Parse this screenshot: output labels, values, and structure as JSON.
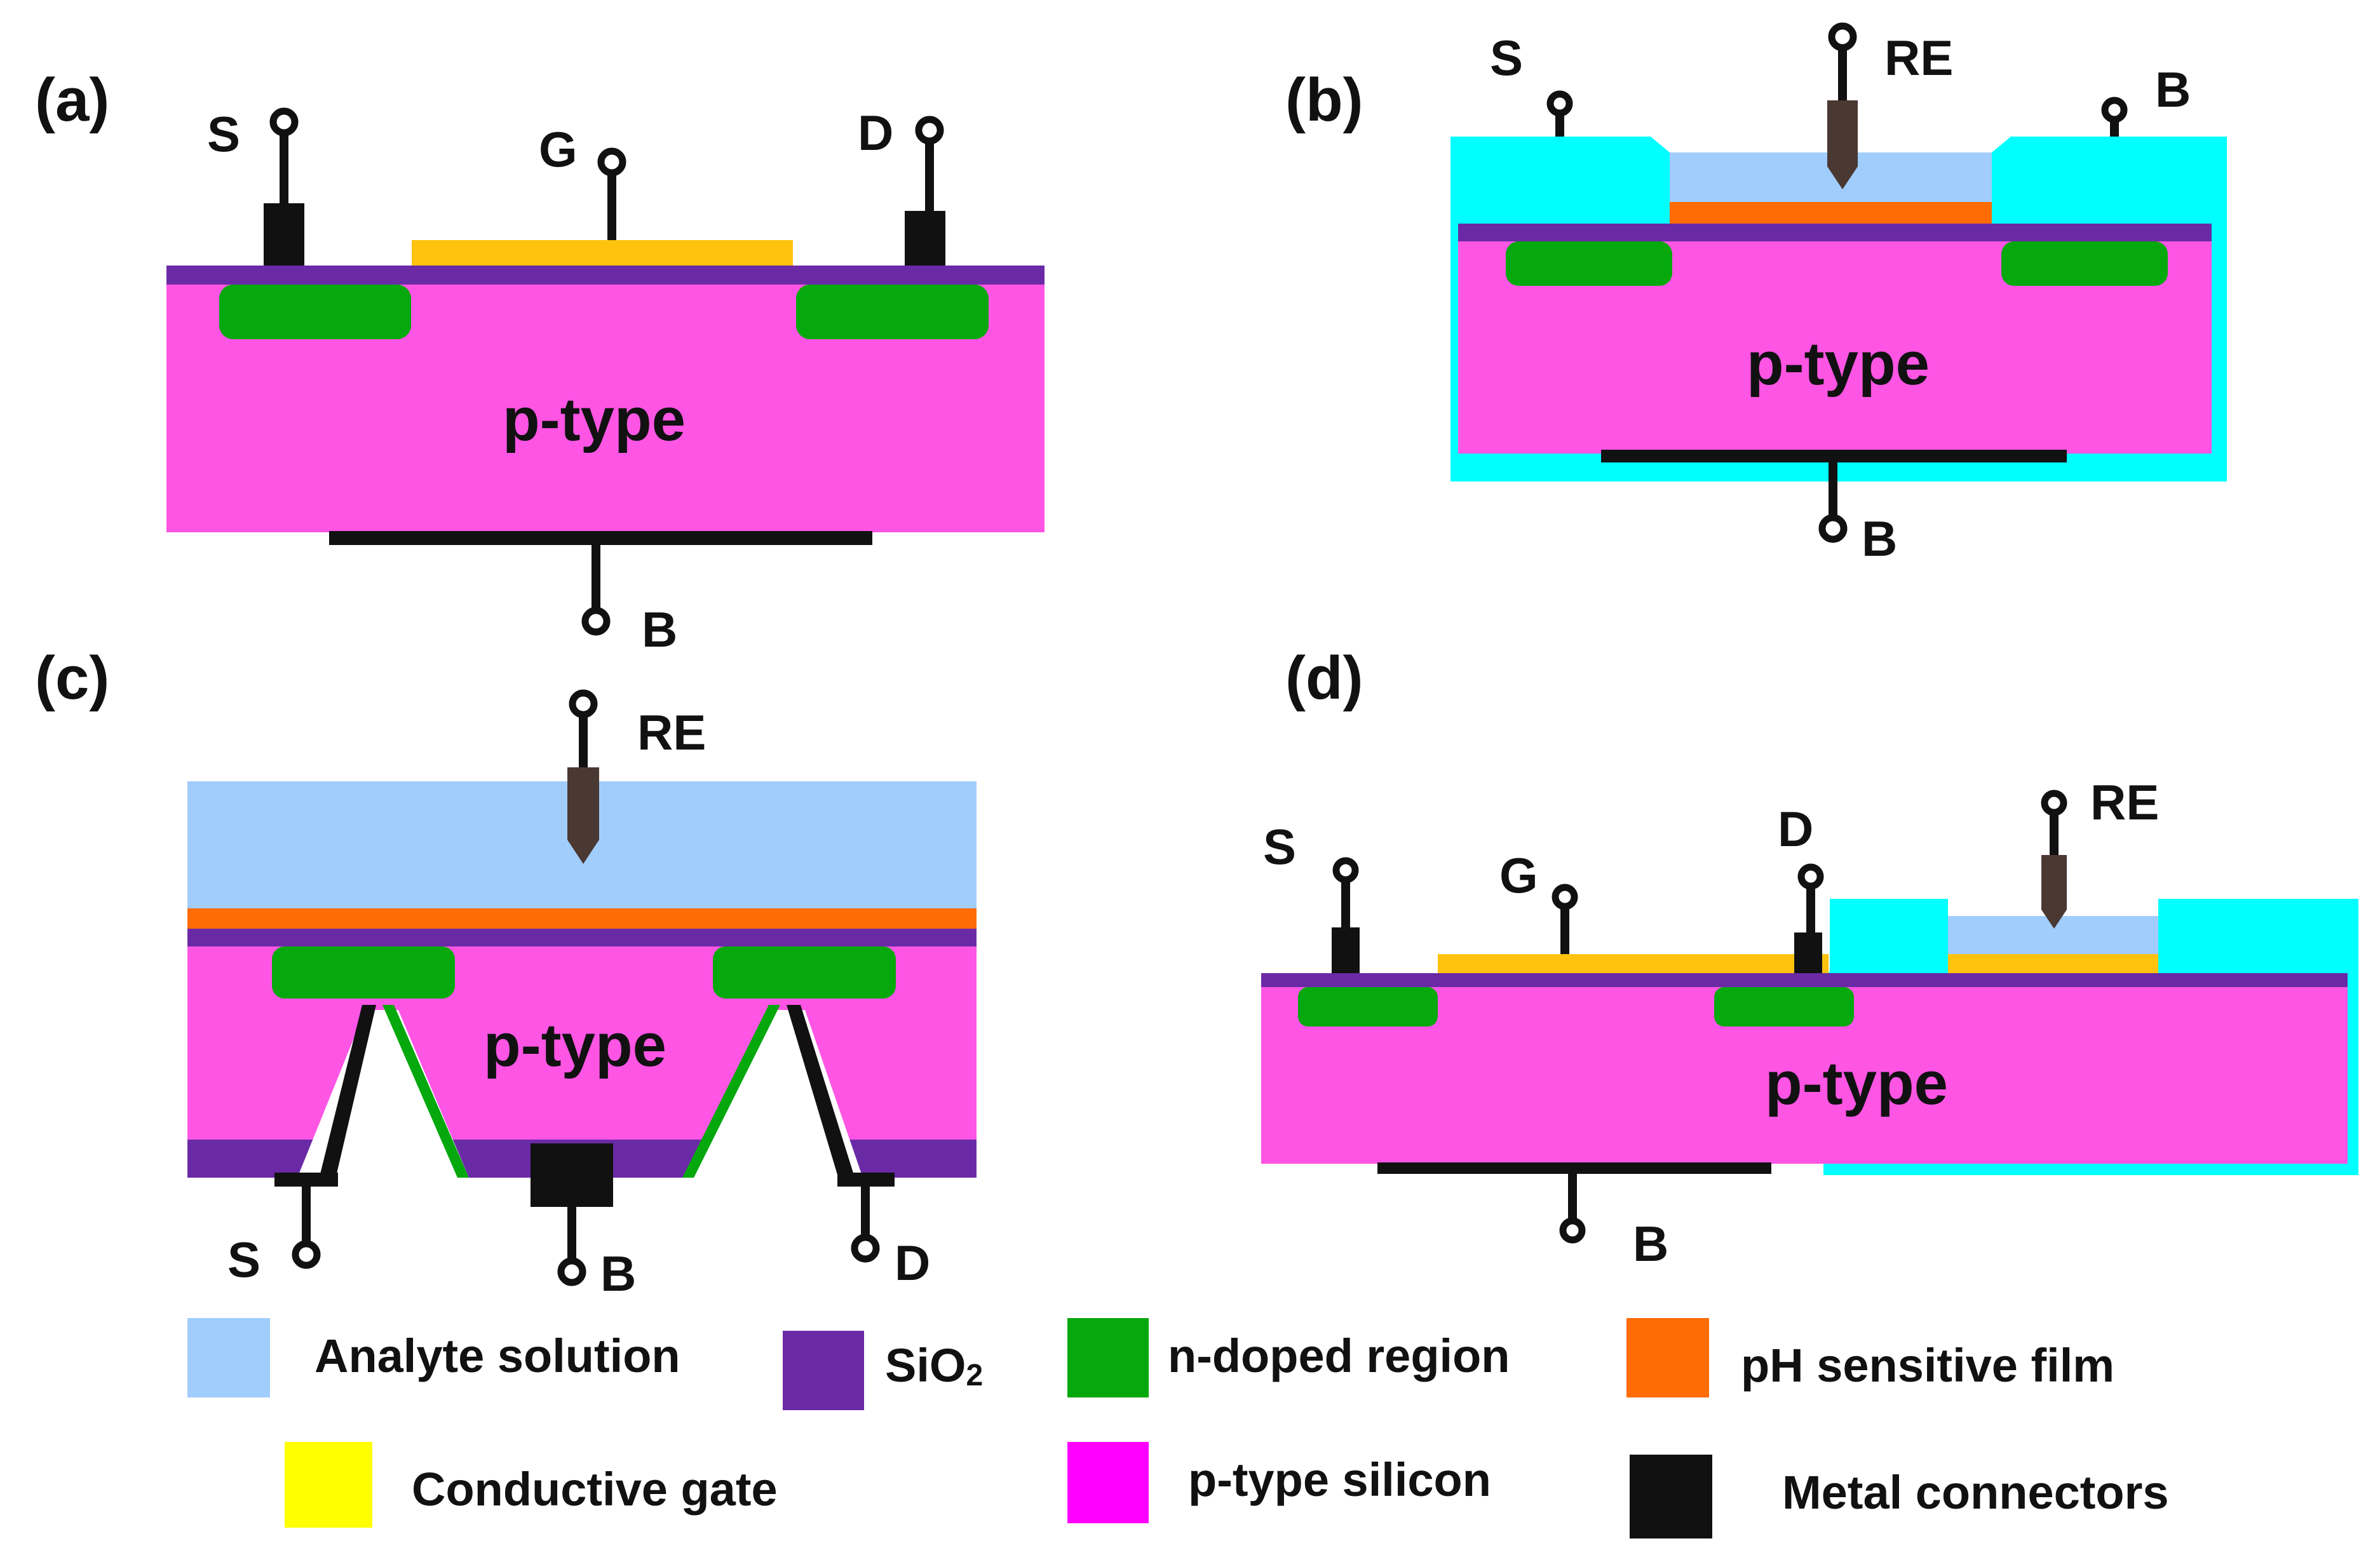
{
  "colors": {
    "analyte": "#a0cdfc",
    "sio2": "#6a2aa6",
    "ndoped": "#05a80d",
    "ph_film": "#ff6b05",
    "gate": "#ffc20f",
    "gate_legend": "#ffff00",
    "psilicon": "#ff55e4",
    "psilicon_legend": "#ff00ff",
    "metal": "#111111",
    "encapsulation": "#00ffff",
    "electrode": "#4a3832"
  },
  "panels": {
    "a": {
      "tag": "(a)",
      "substrate": "p-type",
      "terminals": {
        "source": "S",
        "gate": "G",
        "drain": "D",
        "bulk": "B"
      }
    },
    "b": {
      "tag": "(b)",
      "substrate": "p-type",
      "terminals": {
        "source": "S",
        "reference": "RE",
        "bulk_top": "B",
        "bulk": "B"
      }
    },
    "c": {
      "tag": "(c)",
      "substrate": "p-type",
      "terminals": {
        "reference": "RE",
        "source": "S",
        "bulk": "B",
        "drain": "D"
      }
    },
    "d": {
      "tag": "(d)",
      "substrate": "p-type",
      "terminals": {
        "source": "S",
        "gate": "G",
        "drain": "D",
        "reference": "RE",
        "bulk": "B"
      }
    }
  },
  "legend": [
    {
      "label": "Analyte solution",
      "sub": "",
      "swatch": "analyte"
    },
    {
      "label": "SiO",
      "sub": "2",
      "swatch": "sio2"
    },
    {
      "label": "n-doped region",
      "sub": "",
      "swatch": "ndoped"
    },
    {
      "label": "pH sensitive film",
      "sub": "",
      "swatch": "ph_film"
    },
    {
      "label": "Conductive gate",
      "sub": "",
      "swatch": "gate_legend"
    },
    {
      "label": "p-type silicon",
      "sub": "",
      "swatch": "psilicon_legend"
    },
    {
      "label": "Metal connectors",
      "sub": "",
      "swatch": "metal"
    }
  ]
}
